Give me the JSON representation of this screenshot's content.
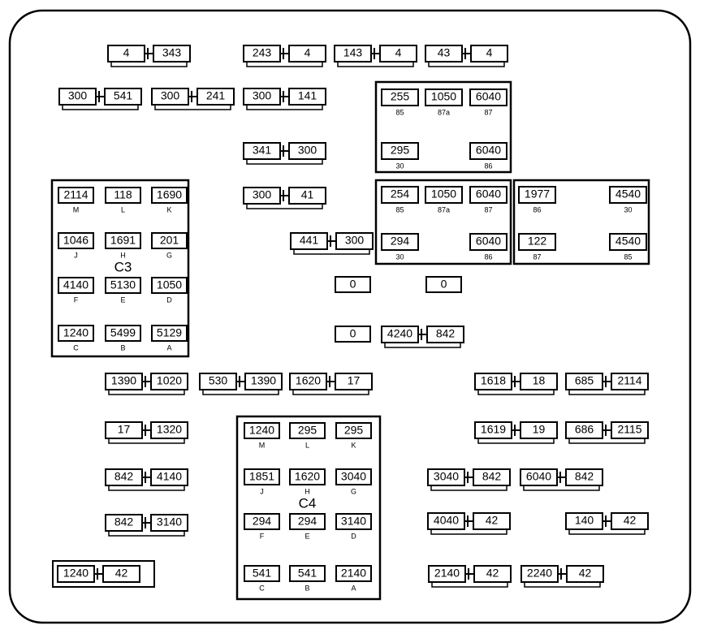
{
  "pairs": [
    [
      "4",
      "343"
    ],
    [
      "243",
      "4"
    ],
    [
      "143",
      "4"
    ],
    [
      "43",
      "4"
    ],
    [
      "300",
      "541"
    ],
    [
      "300",
      "241"
    ],
    [
      "300",
      "141"
    ],
    [
      "341",
      "300"
    ],
    [
      "300",
      "41"
    ],
    [
      "441",
      "300"
    ],
    [
      "4240",
      "842"
    ],
    [
      "1390",
      "1020"
    ],
    [
      "530",
      "1390"
    ],
    [
      "1620",
      "17"
    ],
    [
      "1618",
      "18"
    ],
    [
      "685",
      "2114"
    ],
    [
      "17",
      "1320"
    ],
    [
      "1619",
      "19"
    ],
    [
      "686",
      "2115"
    ],
    [
      "842",
      "4140"
    ],
    [
      "3040",
      "842"
    ],
    [
      "6040",
      "842"
    ],
    [
      "842",
      "3140"
    ],
    [
      "4040",
      "42"
    ],
    [
      "140",
      "42"
    ],
    [
      "1240",
      "42"
    ],
    [
      "2140",
      "42"
    ],
    [
      "2240",
      "42"
    ]
  ],
  "singles": [
    "0",
    "0",
    "0"
  ],
  "relays": [
    {
      "cells": [
        "255",
        "1050",
        "6040",
        "295",
        "6040"
      ],
      "pins": [
        "85",
        "87a",
        "87",
        "30",
        "86"
      ]
    },
    {
      "cells": [
        "254",
        "1050",
        "6040",
        "294",
        "6040"
      ],
      "pins": [
        "85",
        "87a",
        "87",
        "30",
        "86"
      ]
    },
    {
      "cells": [
        "1977",
        "4540",
        "122",
        "4540"
      ],
      "pins": [
        "86",
        "30",
        "87",
        "85"
      ]
    }
  ],
  "connectors": [
    {
      "name": "C3",
      "cells": [
        "2114",
        "118",
        "1690",
        "1046",
        "1691",
        "201",
        "4140",
        "5130",
        "1050",
        "1240",
        "5499",
        "5129"
      ],
      "pins": [
        "M",
        "L",
        "K",
        "J",
        "H",
        "G",
        "F",
        "E",
        "D",
        "C",
        "B",
        "A"
      ]
    },
    {
      "name": "C4",
      "cells": [
        "1240",
        "295",
        "295",
        "1851",
        "1620",
        "3040",
        "294",
        "294",
        "3140",
        "541",
        "541",
        "2140"
      ],
      "pins": [
        "M",
        "L",
        "K",
        "J",
        "H",
        "G",
        "F",
        "E",
        "D",
        "C",
        "B",
        "A"
      ]
    }
  ]
}
